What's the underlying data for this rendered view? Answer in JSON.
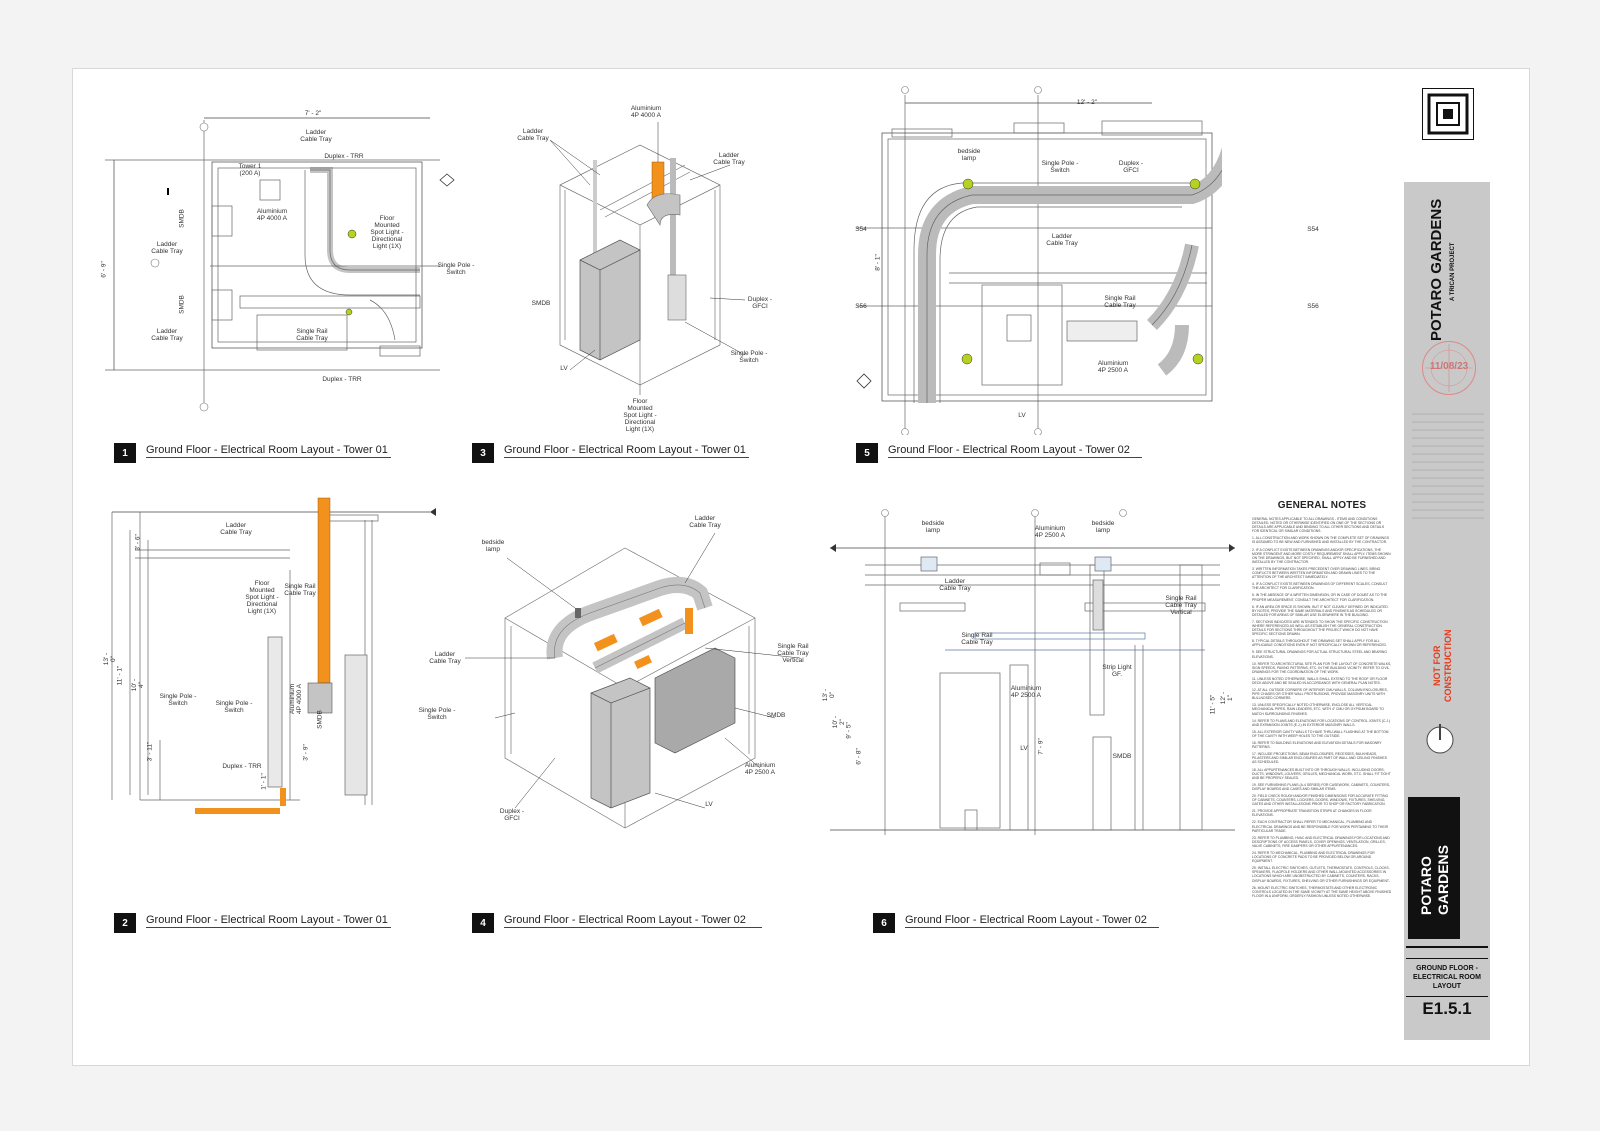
{
  "colors": {
    "accent_orange": "#f2911b",
    "highlight_green": "#b7d11f",
    "warning_red": "#e53a1a",
    "equipment_gray": "#c4c4c4"
  },
  "views": [
    {
      "number": "1",
      "title": "Ground Floor - Electrical Room Layout - Tower 01",
      "labels": {
        "dim_top": "7' - 2\"",
        "dim_left": "6' - 9\"",
        "ladder_tray_top": "Ladder\nCable Tray",
        "duplex_trr_top": "Duplex - TRR",
        "tower1": "Tower 1\n(200 A)",
        "aluminium": "Aluminium\n4P 4000 A",
        "floor_light": "Floor\nMounted\nSpot Light -\nDirectional\nLight (1X)",
        "ladder_left1": "Ladder\nCable Tray",
        "smdb1": "SMDB",
        "smdb2": "SMDB",
        "single_pole": "Single Pole -\nSwitch",
        "ladder_left2": "Ladder\nCable Tray",
        "single_rail": "Single Rail\nCable Tray",
        "duplex_trr_bottom": "Duplex - TRR"
      }
    },
    {
      "number": "3",
      "title": "Ground Floor - Electrical Room Layout - Tower 01",
      "labels": {
        "aluminium": "Aluminium\n4P 4000 A",
        "ladder_left": "Ladder\nCable Tray",
        "ladder_right": "Ladder\nCable Tray",
        "smdb": "SMDB",
        "duplex_gfci": "Duplex -\nGFCI",
        "single_pole": "Single Pole -\nSwitch",
        "lv": "LV",
        "floor_light": "Floor\nMounted\nSpot Light -\nDirectional\nLight (1X)"
      }
    },
    {
      "number": "5",
      "title": "Ground Floor - Electrical Room Layout - Tower 02",
      "labels": {
        "dim_top": "12' - 2\"",
        "dim_left": "8' - 1\"",
        "bedside": "bedside\nlamp",
        "single_pole": "Single Pole -\nSwitch",
        "duplex_gfci": "Duplex -\nGFCI",
        "ladder": "Ladder\nCable Tray",
        "single_rail": "Single Rail\nCable Tray",
        "aluminium": "Aluminium\n4P 2500 A",
        "lv": "LV",
        "s54a": "S54",
        "s54b": "S54",
        "s56a": "S56",
        "s56b": "S56"
      }
    },
    {
      "number": "2",
      "title": "Ground Floor - Electrical Room Layout - Tower 01",
      "labels": {
        "ladder": "Ladder\nCable Tray",
        "floor_light": "Floor\nMounted\nSpot Light -\nDirectional\nLight (1X)",
        "single_rail": "Single Rail\nCable Tray",
        "single_pole1": "Single Pole -\nSwitch",
        "single_pole2": "Single Pole -\nSwitch",
        "aluminium": "Aluminium\n4P 4000 A",
        "smdb": "SMDB",
        "duplex_trr": "Duplex - TRR",
        "dim_a": "3' - 6\"",
        "dim_b": "13' - 0\"",
        "dim_c": "11' - 1\"",
        "dim_d": "10' - 4\"",
        "dim_e": "3' - 11\"",
        "dim_f": "3' - 9\"",
        "dim_g": "1' - 1\""
      }
    },
    {
      "number": "4",
      "title": "Ground Floor - Electrical Room Layout - Tower 02",
      "labels": {
        "bedside": "bedside\nlamp",
        "ladder_top": "Ladder\nCable Tray",
        "ladder_left": "Ladder\nCable Tray",
        "single_rail_vertical": "Single Rail\nCable Tray\nVertical",
        "single_pole": "Single Pole -\nSwitch",
        "smdb": "SMDB",
        "aluminium": "Aluminium\n4P 2500 A",
        "duplex_gfci": "Duplex -\nGFCI",
        "lv": "LV"
      }
    },
    {
      "number": "6",
      "title": "Ground Floor - Electrical Room Layout - Tower 02",
      "labels": {
        "bedside1": "bedside\nlamp",
        "aluminium_top": "Aluminium\n4P 2500 A",
        "bedside2": "bedside\nlamp",
        "ladder": "Ladder\nCable Tray",
        "single_rail_vertical": "Single Rail\nCable Tray\nVertical",
        "single_rail": "Single Rail\nCable Tray",
        "strip_light": "Strip Light\nGF.",
        "aluminium_mid": "Aluminium\n4P 2500 A",
        "lv": "LV",
        "smdb": "SMDB",
        "dim_a": "13' - 0\"",
        "dim_b": "10' - 2\"",
        "dim_c": "9' - 5\"",
        "dim_d": "6' - 8\"",
        "dim_e": "7' - 9\"",
        "dim_f": "11' - 5\"",
        "dim_g": "12' - 1\""
      }
    }
  ],
  "general_notes": {
    "title": "GENERAL NOTES",
    "items": [
      "GENERAL NOTES APPLICABLE TO ALL DRAWINGS - ITEMS AND CONDITIONS DETAILED, NOTED OR OTHERWISE IDENTIFIED ON ONE OF THE SECTIONS OR DETAILS ARE APPLICABLE AND BINDING TO ALL OTHER SECTIONS AND DETAILS FOR IDENTICAL OR SIMILAR CONDITIONS.",
      "1. ALL CONSTRUCTION AND WORK SHOWN ON THE COMPLETE SET OF DRAWINGS IS ASSUMED TO BE NEW AND FURNISHED AND INSTALLED BY THE CONTRACTOR.",
      "2. IF A CONFLICT EXISTS BETWEEN DRAWINGS AND/OR SPECIFICATIONS, THE MORE STRINGENT AND MORE COSTLY REQUIREMENT SHALL APPLY. ITEMS SHOWN ON THE DRAWINGS, BUT NOT SPECIFIED, SHALL APPLY AND BE FURNISHED AND INSTALLED BY THE CONTRACTOR.",
      "3. WRITTEN INFORMATION TAKES PRECEDENT OVER DRAWING LINES. BRING CONFLICTS BETWEEN WRITTEN INFORMATION AND DRAWN LINES TO THE ATTENTION OF THE ARCHITECT IMMEDIATELY.",
      "4. IF A CONFLICT EXISTS BETWEEN DRAWINGS OF DIFFERENT SCALES, CONSULT THE ARCHITECT FOR CLARIFICATION.",
      "5. IN THE ABSENCE OF A WRITTEN DIMENSION, OR IN CASE OF DOUBT AS TO THE PROPER MEASUREMENT, CONSULT THE ARCHITECT FOR CLARIFICATION.",
      "6. IF AN AREA OR SPACE IS SHOWN, BUT IT NOT CLEARLY DEFINED OR INDICATED BY NOTES, PROVIDE THE SAME MATERIALS AND FINISHES AS SCHEDULED OR DETAILED FOR AREAS OF SIMILAR USE ELSEWHERE IN THE BUILDING.",
      "7. SECTIONS INDICATED ARE INTENDED TO SHOW THE SPECIFIC CONSTRUCTION WHERE REFERENCED AS WELL AS ESTABLISH THE GENERAL CONSTRUCTION DETAILS FOR SECTIONS THROUGHOUT THE PROJECT WHICH DO NOT HAVE SPECIFIC SECTIONS DRAWN.",
      "8. TYPICAL DETAILS THROUGHOUT THE DRAWING SET SHALL APPLY FOR ALL APPLICABLE CONDITIONS EVEN IF NOT SPECIFICALLY SHOWN OR REFERENCED.",
      "9. SEE STRUCTURAL DRAWINGS FOR ACTUAL STRUCTURAL STEEL AND BEARING ELEVATIONS.",
      "10. REFER TO ARCHITECTURAL SITE PLAN FOR THE LAYOUT OF CONCRETE WALKS, SIGN SPEEDS, PAVING PATTERNS, ETC. IN THE BUILDING VICINITY. REFER TO CIVIL DRAWINGS FOR THE COORDINATION OF THE WORK.",
      "11. UNLESS NOTED OTHERWISE, WALLS SHALL EXTEND TO THE ROOF OR FLOOR DECK ABOVE AND BE SEALED IN ACCORDANCE WITH GENERAL PLAN NOTES.",
      "12. AT ALL OUTSIDE CORNERS OF INTERIOR CMU WALLS, COLUMN ENCLOSURES, PIPE CHASES OR OTHER WALL PROTRUSIONS, PROVIDE MASONRY UNITS WITH BULLNOSED CORNERS.",
      "13. UNLESS SPECIFICALLY NOTED OTHERWISE, ENCLOSE ALL VERTICAL MECHANICAL PIPES, RAIN LEADERS, ETC. WITH 4\" CMU OR GYPSUM BOARD TO MATCH SURROUNDING FINISHES.",
      "14. REFER TO PLANS AND ELEVATIONS FOR LOCATIONS OF CONTROL JOINTS (C.J.) AND EXPANSION JOINTS (E.J.) IN EXTERIOR MASONRY WALLS.",
      "15. ALL EXTERIOR CAVITY WALLS TO HAVE THRU-WALL FLASHING AT THE BOTTOM OF THE CAVITY WITH WEEP HOLES TO THE OUTSIDE.",
      "16. REFER TO BUILDING ELEVATIONS AND ELEVATION DETAILS FOR MASONRY PATTERNS.",
      "17. INCLUDE PROJECTIONS, BEAM ENCLOSURES, RECESSES, BULKHEADS, PILASTERS AND SIMILAR ENCLOSURES AS PART OF WALL AND CEILING FINISHES AS SCHEDULED.",
      "18. ALL APPURTENANCES BUILT INTO OR THROUGH WALLS, INCLUDING DOORS, DUCTS, WINDOWS, LOUVERS, GRILLES, MECHANICAL WORK, ETC. SHALL FIT TIGHT AND BE PROPERLY SEALED.",
      "19. SEE FURNISHING PLANS (A-4 SERIES) FOR CASEWORK, CABINETS, COUNTERS, DISPLAY BOARDS AND CASES AND SIMILAR ITEMS.",
      "20. FIELD CHECK ROUGH AND/OR FINISHED DIMENSIONS FOR ACCURATE FITTING OF CABINETS, COUNTERS, LOCKERS, DOORS, WINDOWS, FIXTURES, SHELVING, GATES AND OTHER INSTALLATIONS PRIOR TO SHOP OR FACTORY FABRICATION.",
      "21. PROVIDE APPROPRIATE TRANSITION STRIPS AT CHANGES IN FLOOR ELEVATIONS.",
      "22. EACH CONTRACTOR SHALL REFER TO MECHANICAL, PLUMBING AND ELECTRICAL DRAWINGS AND BE RESPONSIBLE FOR WORK PERTAINING TO THEIR PARTICULAR TRADE.",
      "23. REFER TO PLUMBING, HVAC AND ELECTRICAL DRAWINGS FOR LOCATIONS AND DESCRIPTIONS OF ACCESS PANELS, COVER OPENINGS, VENTILATION, GRILLES, VALVE CABINETS, FIRE DAMPERS OR OTHER APPURTENANCES.",
      "24. REFER TO MECHANICAL, PLUMBING AND ELECTRICAL DRAWINGS FOR LOCATIONS OF CONCRETE PADS TO BE PROVIDED BELOW OR AROUND EQUIPMENT.",
      "25. INSTALL ELECTRIC SWITCHES, OUTLETS, THERMOSTATS, CONTROLS, CLOCKS, SPEAKERS, FLAGPOLE HOLDERS AND OTHER WALL-MOUNTED ACCESSORIES IN LOCATIONS WHICH ARE UNOBSTRUCTED BY CABINETS, COUNTERS, RACKS, DISPLAY BOARDS, FIXTURES, SHELVING OR OTHER FURNISHINGS OR EQUIPMENT.",
      "26. MOUNT ELECTRIC SWITCHES, THERMOSTATS AND OTHER ELECTRONIC CONTROLS LOCATED IN THE SAME VICINITY AT THE SAME HEIGHT ABOVE FINISHED FLOOR IN A UNIFORM, ORDERLY FASHION UNLESS NOTED OTHERWISE."
    ]
  },
  "title_block": {
    "project_name": "POTARO GARDENS",
    "project_subtitle": "A TRICAN PROJECT",
    "date_stamp": "11/08/23",
    "status": "NOT FOR\nCONSTRUCTION",
    "project_name_dark": "POTARO\nGARDENS",
    "sheet_name": "GROUND FLOOR -\nELECTRICAL ROOM\nLAYOUT",
    "sheet_number": "E1.5.1"
  }
}
